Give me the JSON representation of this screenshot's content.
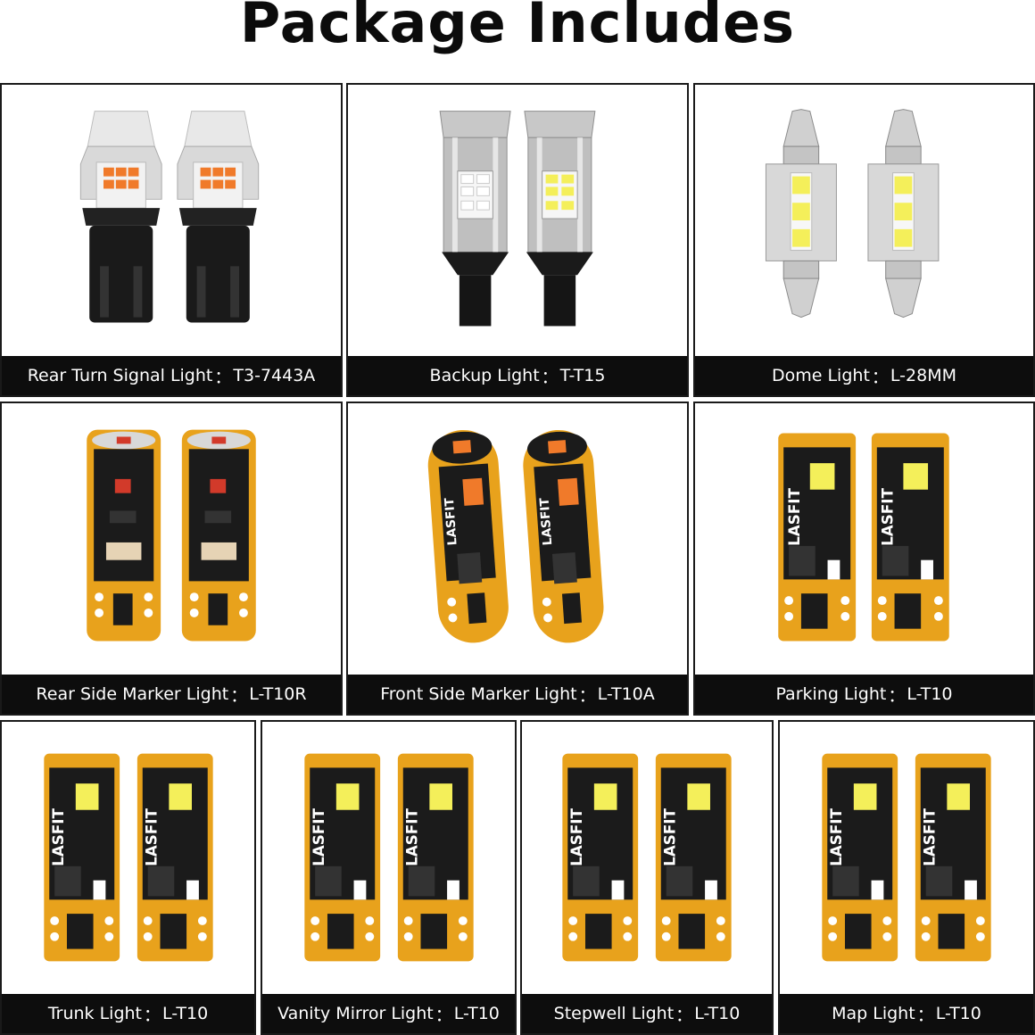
{
  "title": "Package Includes",
  "brand_text": "LASFIT",
  "colors": {
    "caption_bg": "#0d0d0d",
    "caption_text": "#ffffff",
    "pcb_gold": "#e8a21c",
    "pcb_black": "#1b1b1b",
    "led_white": "#f4ef5a",
    "led_amber": "#f07a2a",
    "led_red": "#d23a2a"
  },
  "items": [
    {
      "label": "Rear Turn Signal Light",
      "sep": "：",
      "code": "T3-7443A",
      "icon": "7443-bulb-icon"
    },
    {
      "label": "Backup Light",
      "sep": "：",
      "code": "T-T15",
      "icon": "t15-bulb-icon"
    },
    {
      "label": "Dome Light",
      "sep": "：",
      "code": "L-28MM",
      "icon": "festoon-bulb-icon"
    },
    {
      "label": "Rear Side Marker Light",
      "sep": "：",
      "code": "L-T10R",
      "icon": "t10-red-bulb-icon"
    },
    {
      "label": "Front Side Marker Light",
      "sep": "：",
      "code": "L-T10A",
      "icon": "t10-amber-bulb-icon"
    },
    {
      "label": "Parking Light",
      "sep": "：",
      "code": "L-T10",
      "icon": "t10-white-bulb-icon"
    },
    {
      "label": "Trunk Light",
      "sep": "：",
      "code": "L-T10",
      "icon": "t10-white-bulb-icon"
    },
    {
      "label": "Vanity Mirror Light",
      "sep": "：",
      "code": "L-T10",
      "icon": "t10-white-bulb-icon"
    },
    {
      "label": "Stepwell Light",
      "sep": "：",
      "code": "L-T10",
      "icon": "t10-white-bulb-icon"
    },
    {
      "label": "Map Light",
      "sep": "：",
      "code": "L-T10",
      "icon": "t10-white-bulb-icon"
    }
  ]
}
